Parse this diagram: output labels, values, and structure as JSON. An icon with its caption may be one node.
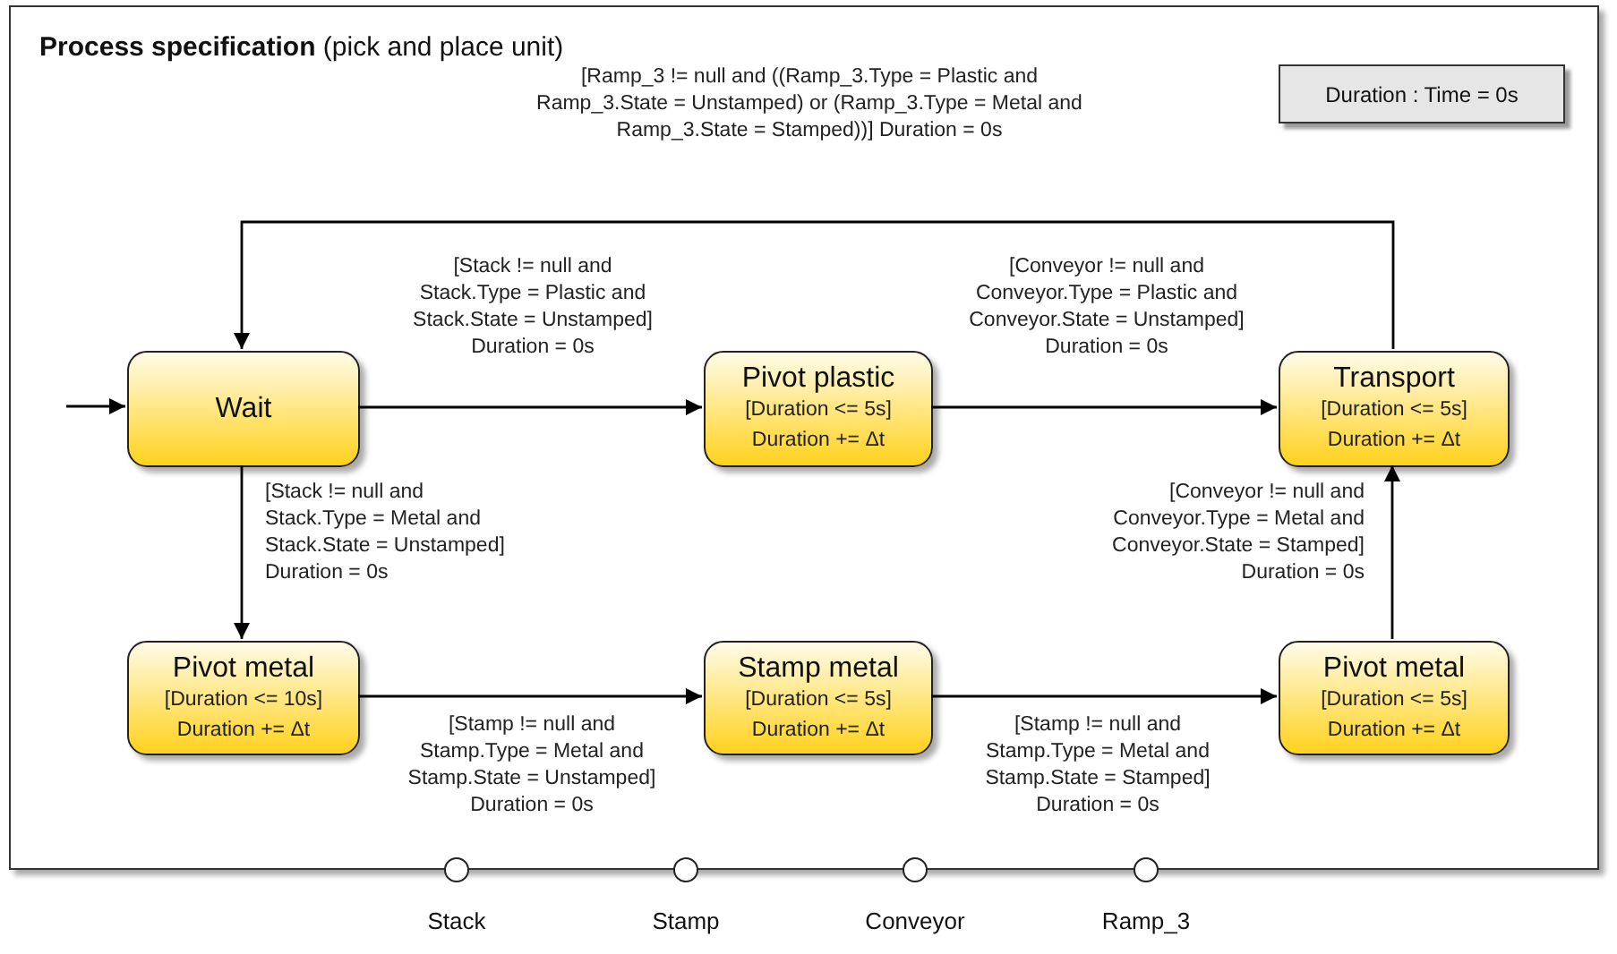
{
  "diagram": {
    "nodes": [
      {
        "text": [
          "**Process specification** (pick and place unit)"
        ]
      },
      {
        "text": [
          "Duration : Time = 0s"
        ],
        "in": 0
      },
      {
        "text": [
          "Wait"
        ],
        "in": 0
      },
      {
        "text": [
          "Pivot plastic",
          "[Duration <= 5s] Duration += Δt"
        ],
        "in": 0
      },
      {
        "text": [
          "Transport",
          "[Duration <= 5s] Duration += Δt"
        ],
        "in": 0
      },
      {
        "text": [
          "Pivot metal",
          "[Duration <= 10s] Duration += Δt"
        ],
        "in": 0
      },
      {
        "text": [
          "Stamp metal",
          "[Duration <= 5s] Duration += Δt"
        ],
        "in": 0
      },
      {
        "text": [
          "Pivot metal",
          "[Duration <= 5s] Duration += Δt"
        ],
        "in": 0
      },
      {
        "text": [],
        "shape": "circle",
        "beside": [
          "Stack"
        ]
      },
      {
        "text": [],
        "shape": "circle",
        "beside": [
          "Stamp"
        ]
      },
      {
        "text": [],
        "shape": "circle",
        "beside": [
          "Conveyor"
        ]
      },
      {
        "text": [],
        "shape": "circle",
        "beside": [
          "Ramp_3"
        ]
      }
    ],
    "edges": [
      {
        "from": null,
        "to": 2,
        "arrow": "to"
      },
      {
        "from": 4,
        "to": 2,
        "arrow": "to",
        "label": "[Ramp_3 != null and ((Ramp_3.Type = Plastic and Ramp_3.State = Unstamped) or (Ramp_3.Type = Metal and Ramp_3.State = Stamped))] Duration = 0s"
      },
      {
        "from": 2,
        "to": 3,
        "arrow": "to",
        "label": "[Stack != null and Stack.Type = Plastic and Stack.State = Unstamped] Duration = 0s"
      },
      {
        "from": 3,
        "to": 4,
        "arrow": "to",
        "label": "[Conveyor != null and Conveyor.Type = Plastic and Conveyor.State = Unstamped] Duration = 0s"
      },
      {
        "from": 2,
        "to": 5,
        "arrow": "to",
        "label": "[Stack != null and Stack.Type = Metal and Stack.State = Unstamped] Duration = 0s"
      },
      {
        "from": 5,
        "to": 6,
        "arrow": "to",
        "label": "[Stamp != null and Stamp.Type = Metal and Stamp.State = Unstamped] Duration = 0s"
      },
      {
        "from": 6,
        "to": 7,
        "arrow": "to",
        "label": "[Stamp != null and Stamp.Type = Metal and Stamp.State = Stamped] Duration = 0s"
      },
      {
        "from": 7,
        "to": 4,
        "arrow": "to",
        "label": "[Conveyor != null and Conveyor.Type = Metal and Conveyor.State = Stamped] Duration = 0s"
      }
    ]
  }
}
